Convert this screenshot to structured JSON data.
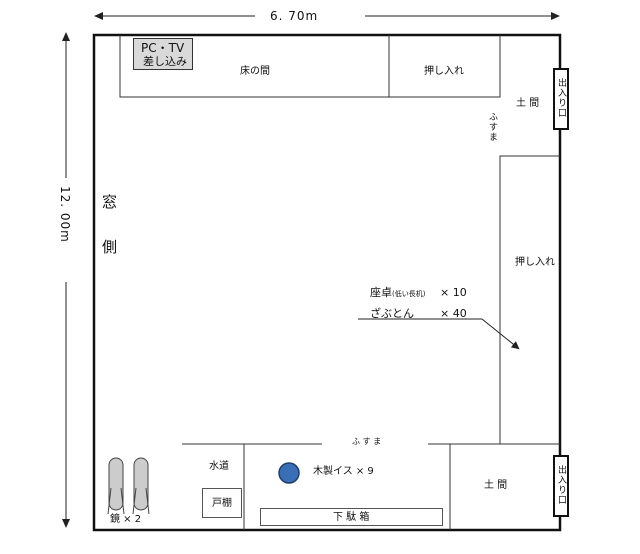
{
  "dimensions": {
    "width_label": "6. 70m",
    "height_label": "12. 00m"
  },
  "labels": {
    "pc_tv_line1": "PC・TV",
    "pc_tv_line2": "差し込み",
    "tokonoma": "床の間",
    "oshiire_top": "押し入れ",
    "doma_top": "土 間",
    "entrance_top": "出入り口",
    "fusuma_right": "ふすま",
    "window_side_1": "窓",
    "window_side_2": "側",
    "oshiire_right": "押し入れ",
    "zataku_main": "座卓",
    "zataku_note": "(低い長机)",
    "zataku_count": "× 10",
    "zabuton": "ざぶとん",
    "zabuton_count": "× 40",
    "fusuma_bottom": "ふ す ま",
    "suido": "水道",
    "todana": "戸棚",
    "chair": "木製イス × 9",
    "getabako": "下 駄 箱",
    "doma_bottom": "土 間",
    "entrance_bottom": "出入り口",
    "mirror": "鏡 × 2"
  },
  "colors": {
    "chair_marker": "#3a6fb8",
    "mirror_fill": "#cccccc",
    "pc_box_fill": "#d9d9d9"
  }
}
